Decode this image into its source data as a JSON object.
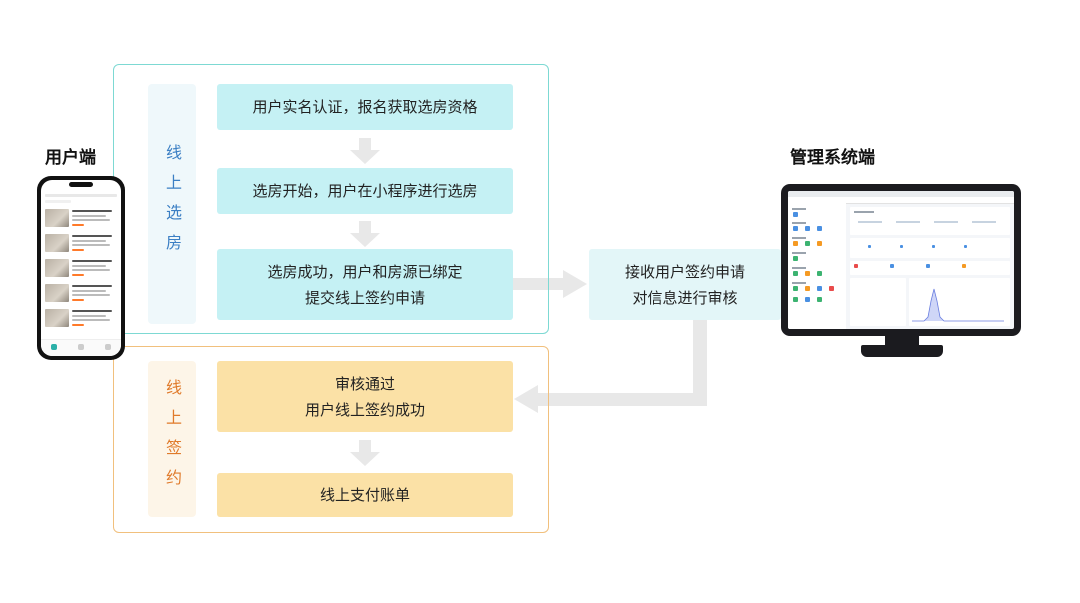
{
  "labels": {
    "user_end": "用户端",
    "admin_end": "管理系统端"
  },
  "sections": {
    "select_room": {
      "label": "线上选房"
    },
    "online_sign": {
      "label": "线上签约"
    }
  },
  "steps": {
    "verify": {
      "lines": [
        "用户实名认证，报名获取选房资格"
      ]
    },
    "start_select": {
      "lines": [
        "选房开始，用户在小程序进行选房"
      ]
    },
    "bind": {
      "lines": [
        "选房成功，用户和房源已绑定",
        "提交线上签约申请"
      ]
    },
    "review": {
      "lines": [
        "接收用户签约申请",
        "对信息进行审核"
      ]
    },
    "approved": {
      "lines": [
        "审核通过",
        "用户线上签约成功"
      ]
    },
    "payment": {
      "lines": [
        "线上支付账单"
      ]
    }
  },
  "colors": {
    "cyan_frame": "#7dd9d3",
    "cyan_box": "#c5f1f4",
    "orange_frame": "#f1c07d",
    "orange_box": "#fbe1a6",
    "blue_text": "#3b7fc4",
    "orange_text": "#e07a2a",
    "arrow": "#e8e8e8"
  },
  "icons": {
    "phone": "smartphone-icon",
    "monitor": "desktop-monitor-icon"
  }
}
